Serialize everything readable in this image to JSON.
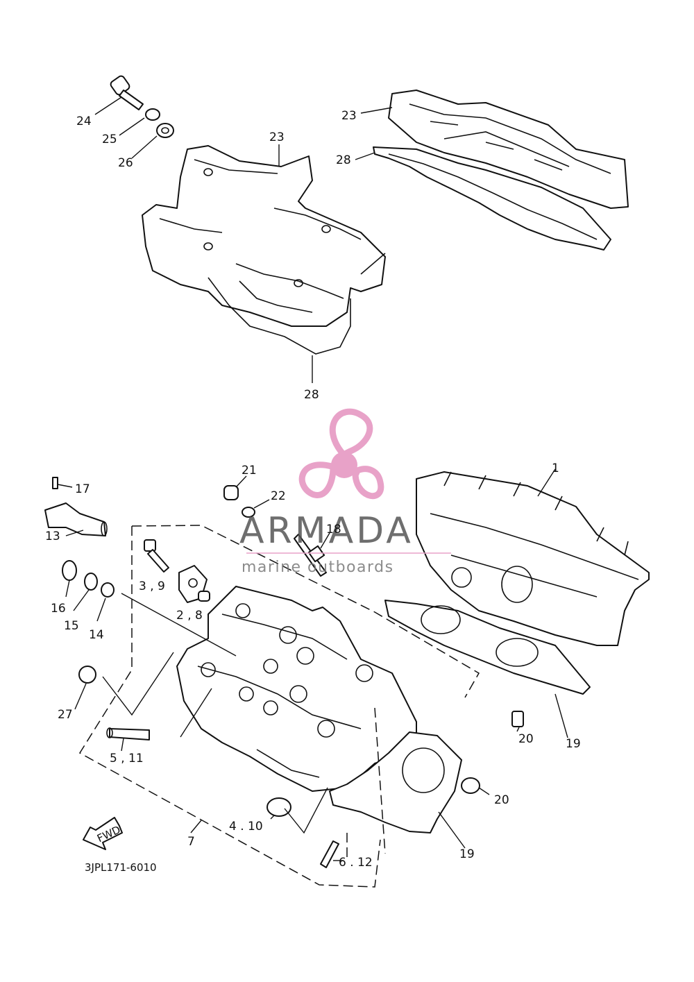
{
  "diagram": {
    "reference_code": "3JPL171-6010",
    "fwd_label": "FWD",
    "callouts": {
      "c24": "24",
      "c25": "25",
      "c26": "26",
      "c23a": "23",
      "c23b": "23",
      "c28a": "28",
      "c28b": "28",
      "c21": "21",
      "c22": "22",
      "c1": "1",
      "c17": "17",
      "c13": "13",
      "c18": "18",
      "c39": "3 , 9",
      "c28s": "2 , 8",
      "c16": "16",
      "c15": "15",
      "c14": "14",
      "c27": "27",
      "c511": "5 , 11",
      "c20a": "20",
      "c20b": "20",
      "c19a": "19",
      "c19b": "19",
      "c7": "7",
      "c410": "4 . 10",
      "c612": "6 . 12"
    }
  },
  "watermark": {
    "brand": "ARMADA",
    "tagline": "marine outboards",
    "color": "#e8a2c8"
  }
}
